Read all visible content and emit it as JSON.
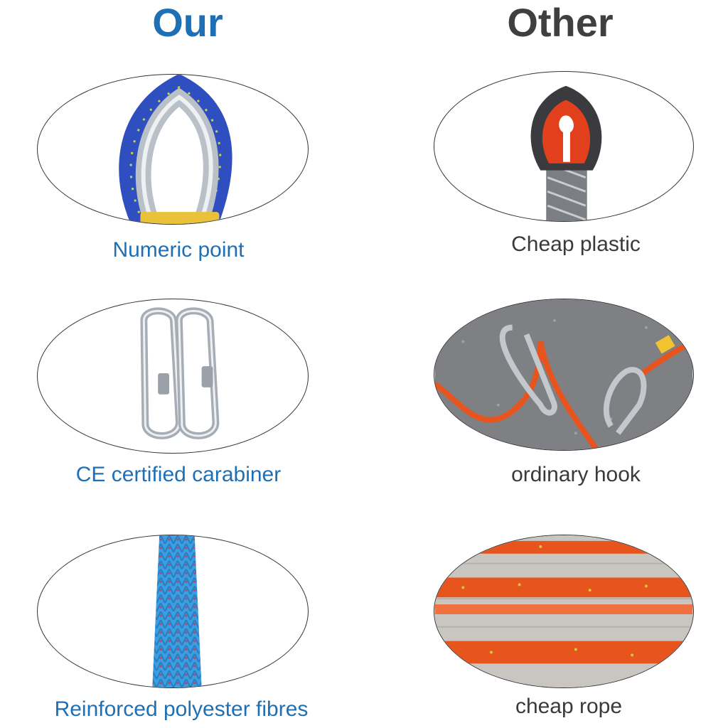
{
  "headers": {
    "ours": "Our",
    "other": "Other"
  },
  "colors": {
    "ours_text": "#1f6fb5",
    "other_text": "#3f3f3f",
    "blue_rope": "#2f4fc0",
    "light_blue_rope": "#3a9ee0",
    "orange_rope": "#e8541e",
    "red_plastic": "#e2401d"
  },
  "comparison": [
    {
      "ours_caption": "Numeric point",
      "ours_icon": "metal-thimble-icon",
      "other_caption": "Cheap plastic",
      "other_icon": "plastic-thimble-icon"
    },
    {
      "ours_caption": "CE certified carabiner",
      "ours_icon": "carabiner-icon",
      "other_caption": "ordinary hook",
      "other_icon": "ordinary-hook-icon"
    },
    {
      "ours_caption": "Reinforced polyester fibres",
      "ours_icon": "blue-rope-icon",
      "other_caption": "cheap rope",
      "other_icon": "frayed-rope-icon"
    }
  ]
}
